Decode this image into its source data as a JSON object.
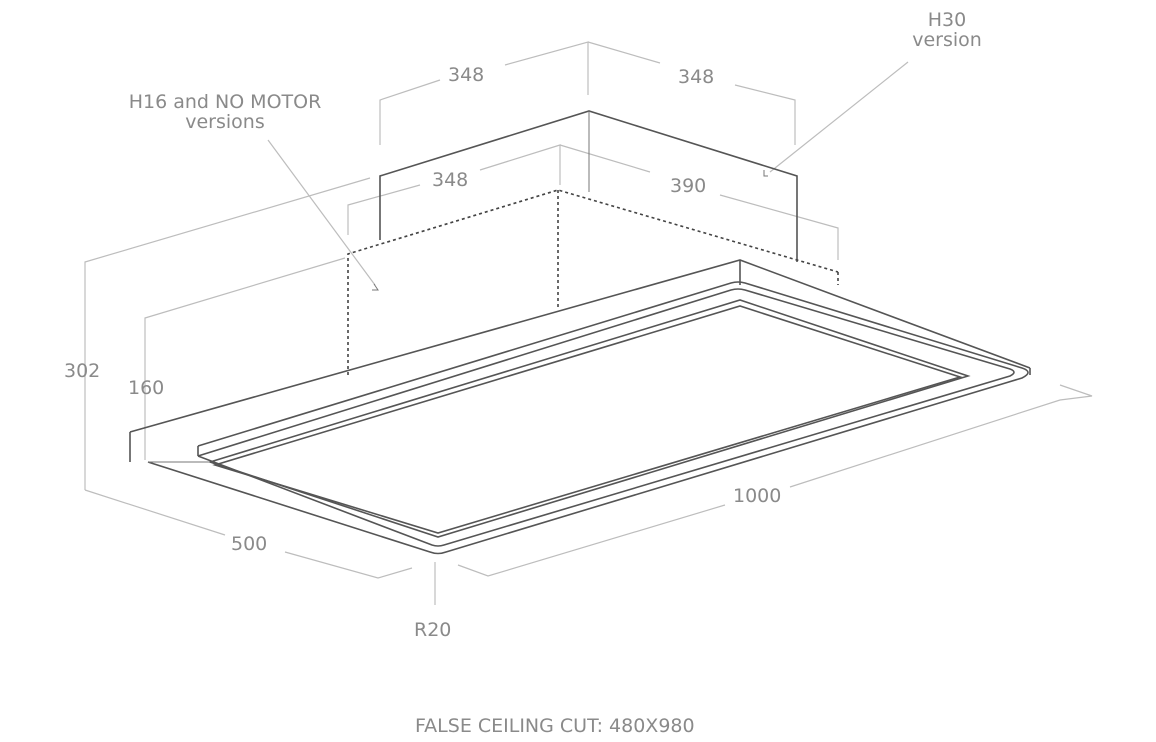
{
  "diagram": {
    "labels": {
      "top_left_width": "348",
      "top_right_width": "348",
      "mid_width": "348",
      "mid_depth": "390",
      "h30_note_line1": "H30",
      "h30_note_line2": "version",
      "h16_note_line1": "H16 and NO MOTOR",
      "h16_note_line2": "versions",
      "total_height": "302",
      "h16_height": "160",
      "depth": "500",
      "length": "1000",
      "radius": "R20"
    },
    "caption": "FALSE CEILING CUT: 480X980"
  }
}
